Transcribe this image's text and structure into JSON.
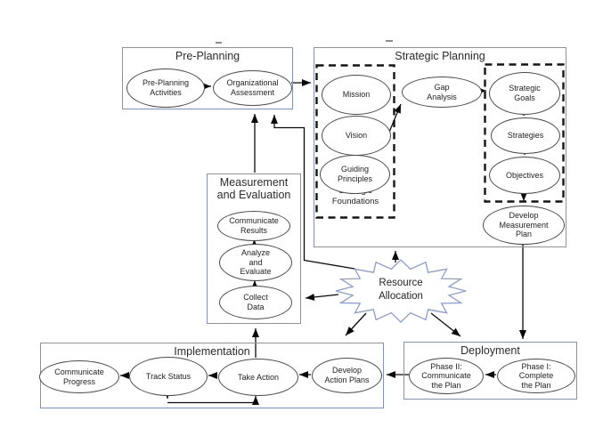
{
  "containers": {
    "pre_planning": {
      "title": "Pre-Planning"
    },
    "strategic_planning": {
      "title": "Strategic Planning"
    },
    "measurement_evaluation": {
      "title": "Measurement\nand Evaluation"
    },
    "implementation": {
      "title": "Implementation"
    },
    "deployment": {
      "title": "Deployment"
    }
  },
  "groups": {
    "strategic_foundations": {
      "label": "Strategic\nFoundations"
    }
  },
  "nodes": {
    "pre_planning_activities": {
      "label": "Pre-Planning\nActivities"
    },
    "organizational_assessment": {
      "label": "Organizational\nAssessment"
    },
    "mission": {
      "label": "Mission"
    },
    "vision": {
      "label": "Vision"
    },
    "guiding_principles": {
      "label": "Guiding\nPrinciples"
    },
    "gap_analysis": {
      "label": "Gap\nAnalysis"
    },
    "strategic_goals": {
      "label": "Strategic\nGoals"
    },
    "strategies": {
      "label": "Strategies"
    },
    "objectives": {
      "label": "Objectives"
    },
    "develop_measurement_plan": {
      "label": "Develop\nMeasurement\nPlan"
    },
    "communicate_results": {
      "label": "Communicate\nResults"
    },
    "analyze_and_evaluate": {
      "label": "Analyze\nand\nEvaluate"
    },
    "collect_data": {
      "label": "Collect\nData"
    },
    "communicate_progress": {
      "label": "Communicate\nProgress"
    },
    "track_status": {
      "label": "Track Status"
    },
    "take_action": {
      "label": "Take Action"
    },
    "develop_action_plans": {
      "label": "Develop\nAction Plans"
    },
    "phase_2_communicate_plan": {
      "label": "Phase II:\nCommunicate\nthe Plan"
    },
    "phase_1_complete_plan": {
      "label": "Phase I:\nComplete\nthe Plan"
    }
  },
  "starburst": {
    "label": "Resource\nAllocation"
  },
  "edges": [
    {
      "from": "pre_planning_activities",
      "to": "organizational_assessment"
    },
    {
      "from": "organizational_assessment",
      "to": "strategic_planning"
    },
    {
      "from": "vision",
      "to": "gap_analysis"
    },
    {
      "from": "gap_analysis",
      "to": "strategic_goals"
    },
    {
      "from": "strategic_goals",
      "to": "strategies"
    },
    {
      "from": "strategies",
      "to": "objectives"
    },
    {
      "from": "objectives",
      "to": "develop_measurement_plan"
    },
    {
      "from": "develop_measurement_plan",
      "to": "deployment"
    },
    {
      "from": "measurement_evaluation",
      "to": "pre_planning"
    },
    {
      "from": "resource_allocation",
      "to": "pre_planning"
    },
    {
      "from": "resource_allocation",
      "to": "strategic_planning"
    },
    {
      "from": "resource_allocation",
      "to": "measurement_evaluation"
    },
    {
      "from": "resource_allocation",
      "to": "implementation"
    },
    {
      "from": "resource_allocation",
      "to": "deployment"
    },
    {
      "from": "phase_1_complete_plan",
      "to": "phase_2_communicate_plan"
    },
    {
      "from": "phase_2_communicate_plan",
      "to": "develop_action_plans"
    },
    {
      "from": "develop_action_plans",
      "to": "take_action"
    },
    {
      "from": "take_action",
      "to": "track_status"
    },
    {
      "from": "track_status",
      "to": "communicate_progress"
    },
    {
      "from": "track_status",
      "to": "take_action"
    },
    {
      "from": "take_action",
      "to": "collect_data"
    },
    {
      "from": "collect_data",
      "to": "analyze_and_evaluate"
    },
    {
      "from": "analyze_and_evaluate",
      "to": "communicate_results"
    }
  ],
  "colors": {
    "container_border": "#8290c2",
    "ellipse_border": "#4a4a4a",
    "dashed_border": "#151515",
    "starburst_border": "#8d9cd4",
    "arrow": "#0a0a0a",
    "text": "#2a2a2a",
    "background": "#ffffff"
  }
}
